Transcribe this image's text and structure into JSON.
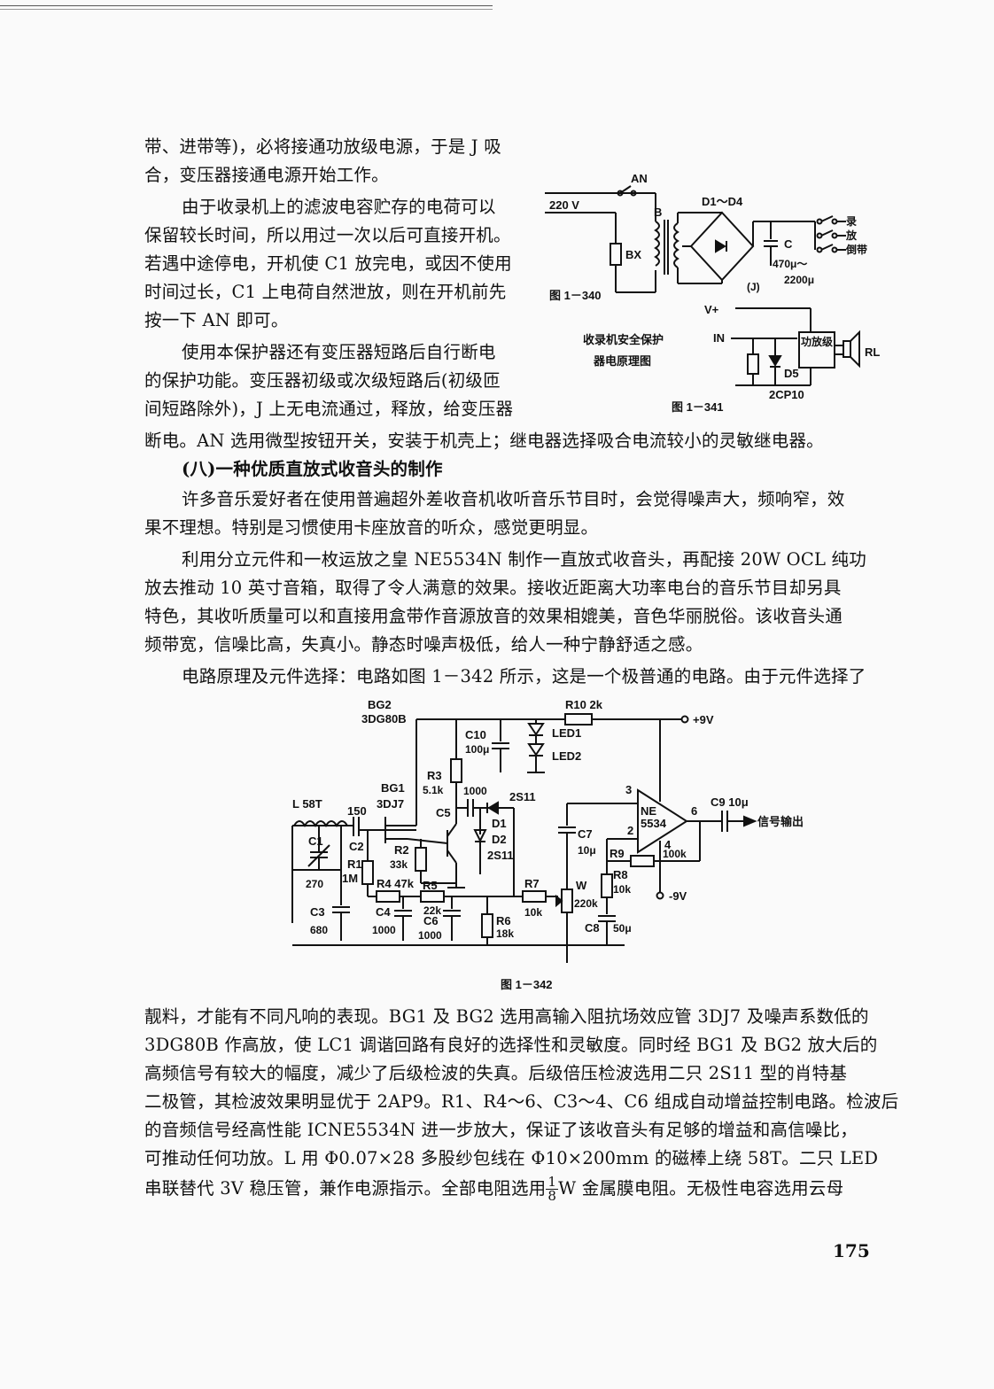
{
  "left_column": [
    "带、进带等)，必将接通功放级电源，于是 J 吸",
    "合，变压器接通电源开始工作。",
    "由于收录机上的滤波电容贮存的电荷可以",
    "保留较长时间，所以用过一次以后可直接开机。",
    "若遇中途停电，开机使 C1 放完电，或因不使用",
    "时间过长，C1 上电荷自然泄放，则在开机前先",
    "按一下 AN 即可。",
    "使用本保护器还有变压器短路后自行断电",
    "的保护功能。变压器初级或次级短路后(初级匝",
    "间短路除外)，J 上无电流通过，释放，给变压器"
  ],
  "full_lines": [
    "断电。AN 选用微型按钮开关，安装于机壳上；继电器选择吸合电流较小的灵敏继电器。",
    "(八)一种优质直放式收音头的制作",
    "许多音乐爱好者在使用普遍超外差收音机收听音乐节目时，会觉得噪声大，频响窄，效",
    "果不理想。特别是习惯使用卡座放音的听众，感觉更明显。",
    "利用分立元件和一枚运放之皇 NE5534N 制作一直放式收音头，再配接 20W OCL 纯功",
    "放去推动 10 英寸音箱，取得了令人满意的效果。接收近距离大功率电台的音乐节目却另具",
    "特色，其收听质量可以和直接用盒带作音源放音的效果相媲美，音色华丽脱俗。该收音头通",
    "频带宽，信噪比高，失真小。静态时噪声极低，给人一种宁静舒适之感。",
    "电路原理及元件选择：电路如图 1－342 所示，这是一个极普通的电路。由于元件选择了"
  ],
  "bottom_lines": [
    "靓料，才能有不同凡响的表现。BG1 及 BG2 选用高输入阻抗场效应管 3DJ7 及噪声系数低的",
    "3DG80B 作高放，使 LC1 调谐回路有良好的选择性和灵敏度。同时经 BG1 及 BG2 放大后的",
    "高频信号有较大的幅度，减少了后级检波的失真。后级倍压检波选用二只 2S11 型的肖特基",
    "二极管，其检波效果明显优于 2AP9。R1、R4～6、C3～4、C6 组成自动增益控制电路。检波后",
    "的音频信号经高性能 ICNE5534N 进一步放大，保证了该收音头有足够的增益和高信噪比，",
    "可推动任何功放。L 用 Φ0.07×28 多股纱包线在 Φ10×200mm 的磁棒上绕 58T。二只 LED"
  ],
  "last_line": {
    "before": "串联替代 3V 稳压管，兼作电源指示。全部电阻选用",
    "frac_num": "1",
    "frac_den": "8",
    "after": "W 金属膜电阻。无极性电容选用云母"
  },
  "page_number": "175",
  "fig340": {
    "caption": "图 1－340",
    "title_line1": "收录机安全保护",
    "title_line2": "器电原理图",
    "labels": {
      "an": "AN",
      "v220": "220 V",
      "b": "B",
      "bx": "BX",
      "d14": "D1～D4",
      "c": "C",
      "c_val1": "470μ～",
      "c_val2": "2200μ",
      "j": "(J)",
      "sw1": "录",
      "sw2": "放",
      "sw3": "倒带"
    }
  },
  "fig341": {
    "caption": "图 1－341",
    "labels": {
      "vplus": "V+",
      "in": "IN",
      "amp": "功放级",
      "rl": "RL",
      "d5": "D5",
      "d5_type": "2CP10"
    }
  },
  "fig342": {
    "caption": "图 1－342",
    "labels": {
      "bg2": "BG2",
      "bg2_type": "3DG80B",
      "r10": "R10 2k",
      "vplus9": "+9V",
      "c10": "C10",
      "c10_val": "100μ",
      "led1": "LED1",
      "led2": "LED2",
      "r3": "R3",
      "r3_val": "5.1k",
      "c5val": "1000",
      "c5": "C5",
      "ds": "2S11",
      "d1": "D1",
      "d2": "D2",
      "d2type": "2S11",
      "bg1": "BG1",
      "bg1_type": "3DJ7",
      "l": "L 58T",
      "c2val": "150",
      "c2": "C2",
      "c1": "C1",
      "c1val": "270",
      "r1": "R1",
      "r1val": "1M",
      "r2": "R2",
      "r2val": "33k",
      "r4": "R4 47k",
      "r5": "R5",
      "r5val": "22k",
      "c3": "C3",
      "c3val": "680",
      "c4": "C4",
      "c4val": "1000",
      "c6": "C6",
      "c6val": "1000",
      "r6": "R6",
      "r6val": "18k",
      "r7": "R7",
      "r7val": "10k",
      "w": "W",
      "wval": "220k",
      "c7": "C7",
      "c7val": "10μ",
      "c8": "C8",
      "c8val": "50μ",
      "r8": "R8",
      "r8val": "10k",
      "r9": "R9",
      "r9val": "100k",
      "ic": "NE",
      "ic2": "5534",
      "pin3": "3",
      "pin2": "2",
      "pin6": "6",
      "pin4": "4",
      "c9": "C9 10μ",
      "out": "信号输出",
      "vminus9": "-9V"
    }
  }
}
